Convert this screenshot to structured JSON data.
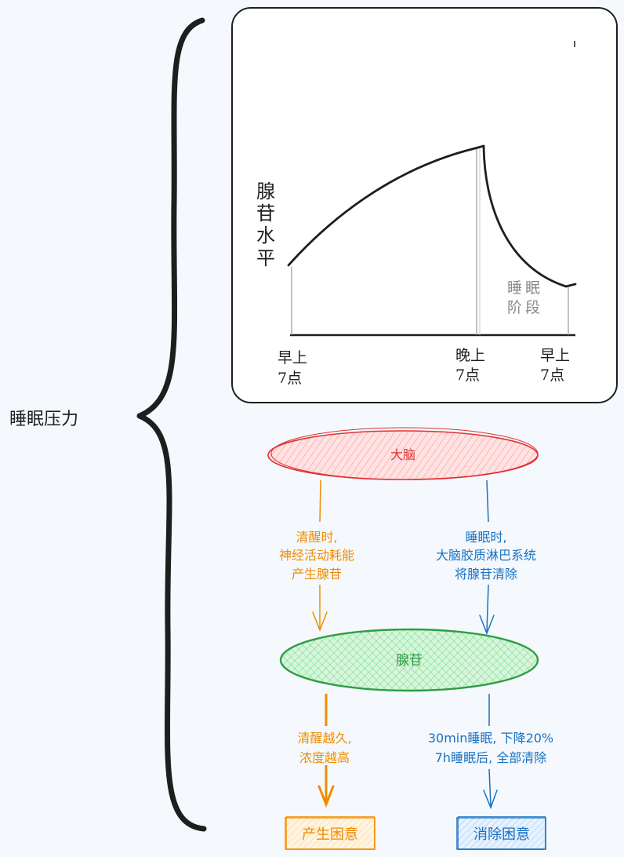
{
  "brace_label": "睡眠压力",
  "chart": {
    "ylabel_chars": [
      "腺",
      "苷",
      "水",
      "平"
    ],
    "phase_label_line1": "睡眠",
    "phase_label_line2": "阶段",
    "ticks": [
      {
        "line1": "早上",
        "line2": "7点"
      },
      {
        "line1": "晚上",
        "line2": "7点"
      },
      {
        "line1": "早上",
        "line2": "7点"
      }
    ]
  },
  "flow": {
    "brain": "大脑",
    "adenosine": "腺苷",
    "awake_note": [
      "清醒时,",
      "神经活动耗能",
      "产生腺苷"
    ],
    "sleep_note": [
      "睡眠时,",
      "大脑胶质淋巴系统",
      "将腺苷清除"
    ],
    "longer_awake_note": [
      "清醒越久,",
      "浓度越高"
    ],
    "sleep_effect_note": [
      "30min睡眠, 下降20%",
      "7h睡眠后, 全部清除"
    ],
    "produce_sleepiness": "产生困意",
    "remove_sleepiness": "消除困意"
  },
  "colors": {
    "red": "#e03131",
    "orange": "#f08c00",
    "blue": "#1971c2",
    "green": "#2f9e44",
    "black": "#1e1e1e"
  }
}
